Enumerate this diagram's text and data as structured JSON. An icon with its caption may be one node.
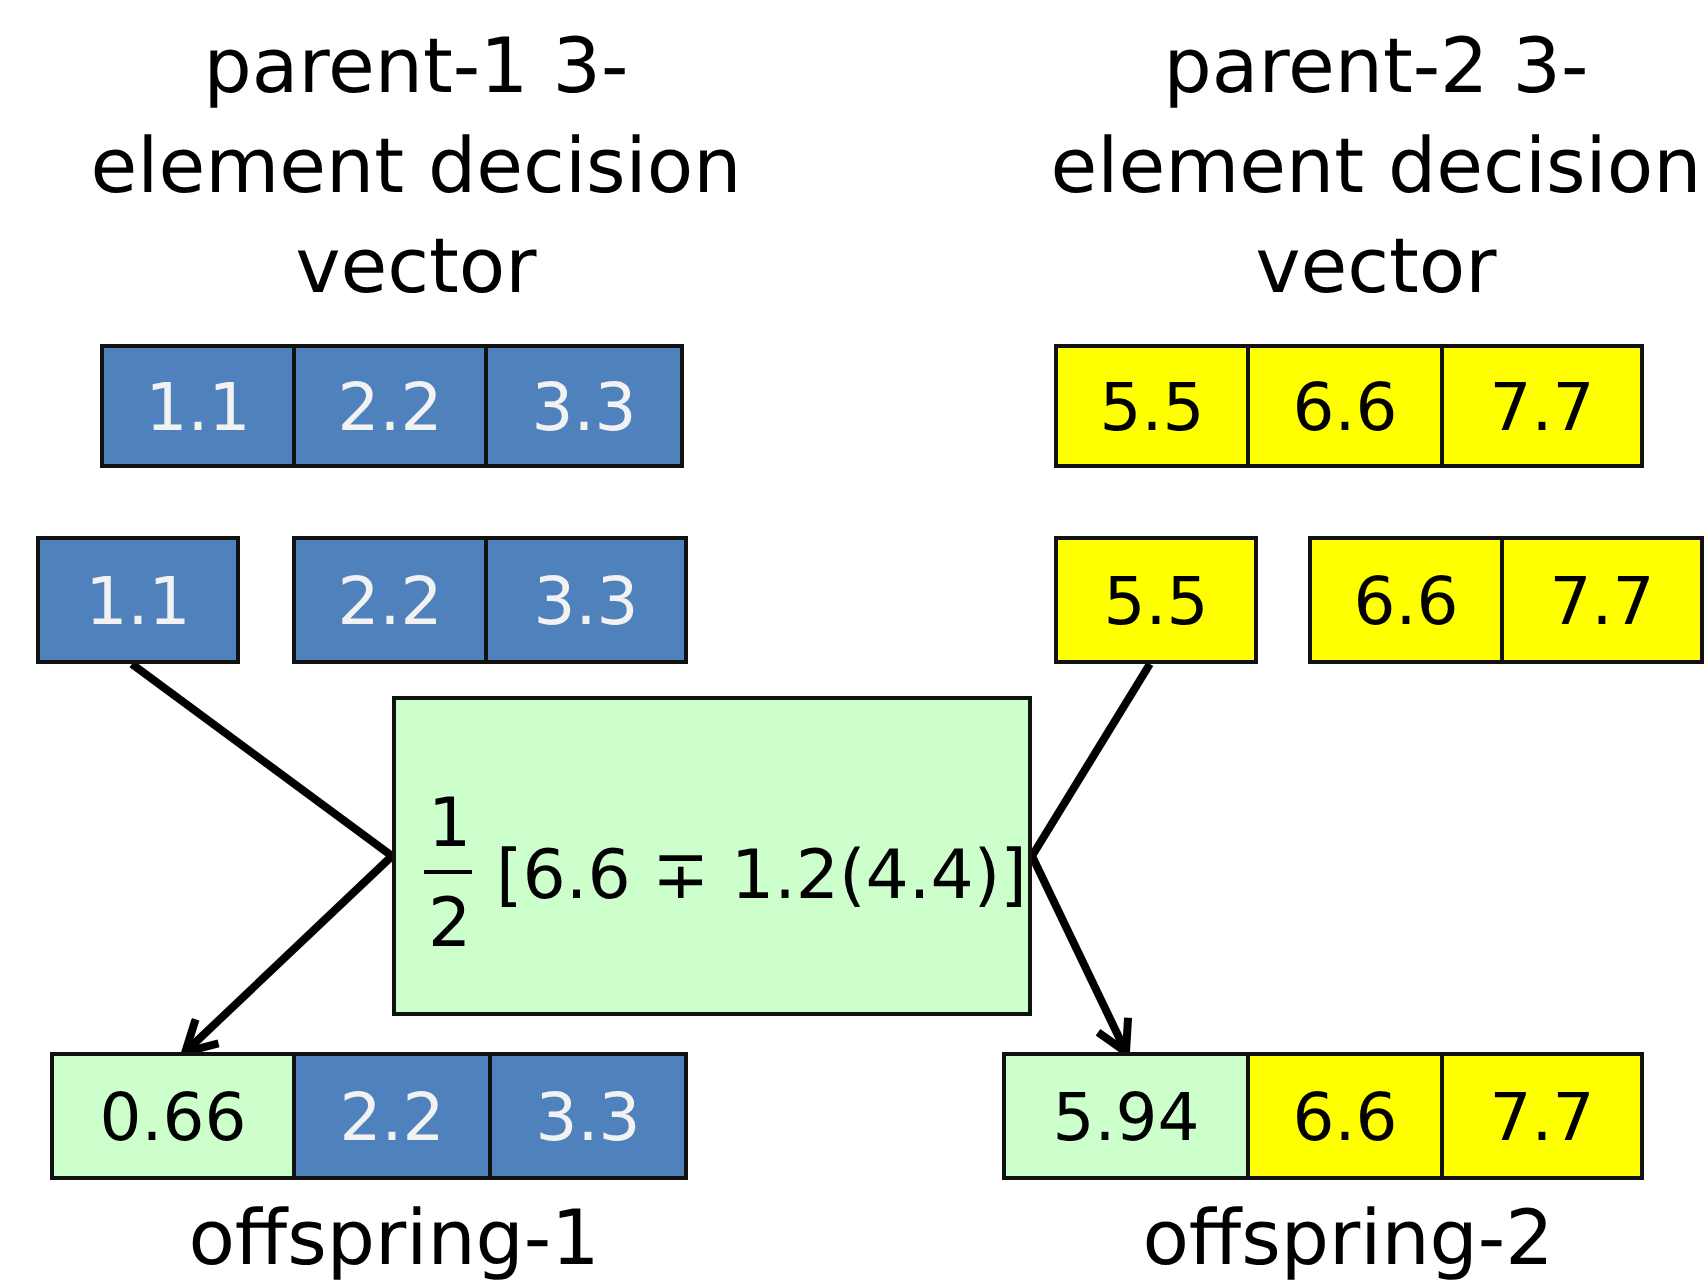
{
  "diagram": {
    "nodes": [
      {
        "text": [
          "1.1"
        ]
      },
      {
        "text": [
          "2.2"
        ]
      },
      {
        "text": [
          "3.3"
        ]
      },
      {
        "text": [
          "5.5"
        ]
      },
      {
        "text": [
          "6.6"
        ]
      },
      {
        "text": [
          "7.7"
        ]
      },
      {
        "text": [
          "1.1"
        ]
      },
      {
        "text": [
          "2.2"
        ]
      },
      {
        "text": [
          "3.3"
        ]
      },
      {
        "text": [
          "5.5"
        ]
      },
      {
        "text": [
          "6.6"
        ]
      },
      {
        "text": [
          "7.7"
        ]
      },
      {
        "text": [
          "1",
          "2",
          "[6.6 ∓ 1.2(4.4)]"
        ]
      },
      {
        "text": [
          "0.66"
        ]
      },
      {
        "text": [
          "2.2"
        ]
      },
      {
        "text": [
          "3.3"
        ]
      },
      {
        "text": [
          "5.94"
        ]
      },
      {
        "text": [
          "6.6"
        ]
      },
      {
        "text": [
          "7.7"
        ]
      }
    ],
    "edges": [
      {
        "from": 6,
        "to": 12,
        "arrow": "none"
      },
      {
        "from": 12,
        "to": 13,
        "arrow": "to"
      },
      {
        "from": 9,
        "to": 12,
        "arrow": "none"
      },
      {
        "from": 12,
        "to": 16,
        "arrow": "to"
      }
    ],
    "labels": [
      "parent-1 3-element decision vector",
      "parent-2 3-element decision vector",
      "offspring-1",
      "offspring-2"
    ]
  }
}
